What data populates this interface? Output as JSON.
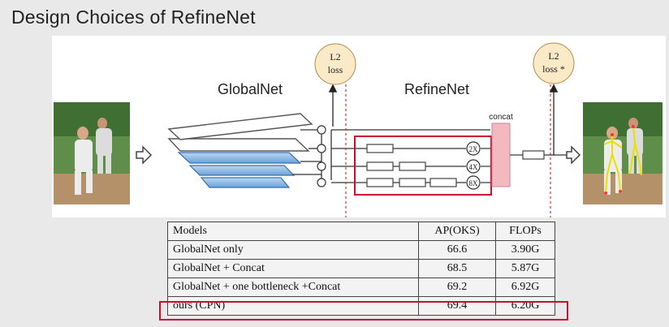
{
  "title": "Design Choices of RefineNet",
  "diagram": {
    "globalnet_label": "GlobalNet",
    "refinenet_label": "RefineNet",
    "loss1_line1": "L2",
    "loss1_line2": "loss",
    "loss2_line1": "L2",
    "loss2_line2": "loss *",
    "concat_label": "concat",
    "upsample_labels": [
      "2X",
      "4X",
      "8X"
    ],
    "highlight_color": "#c8102e",
    "pyramid_color": "#7fb2e5",
    "concat_color": "#f4b9bf",
    "loss_fill": "#fbeac7"
  },
  "table": {
    "headers": [
      "Models",
      "AP(OKS)",
      "FLOPs"
    ],
    "rows": [
      [
        "GlobalNet only",
        "66.6",
        "3.90G"
      ],
      [
        "GlobalNet + Concat",
        "68.5",
        "5.87G"
      ],
      [
        "GlobalNet + one bottleneck +Concat",
        "69.2",
        "6.92G"
      ],
      [
        "ours (CPN)",
        "69.4",
        "6.20G"
      ]
    ],
    "highlighted_row": 3
  }
}
